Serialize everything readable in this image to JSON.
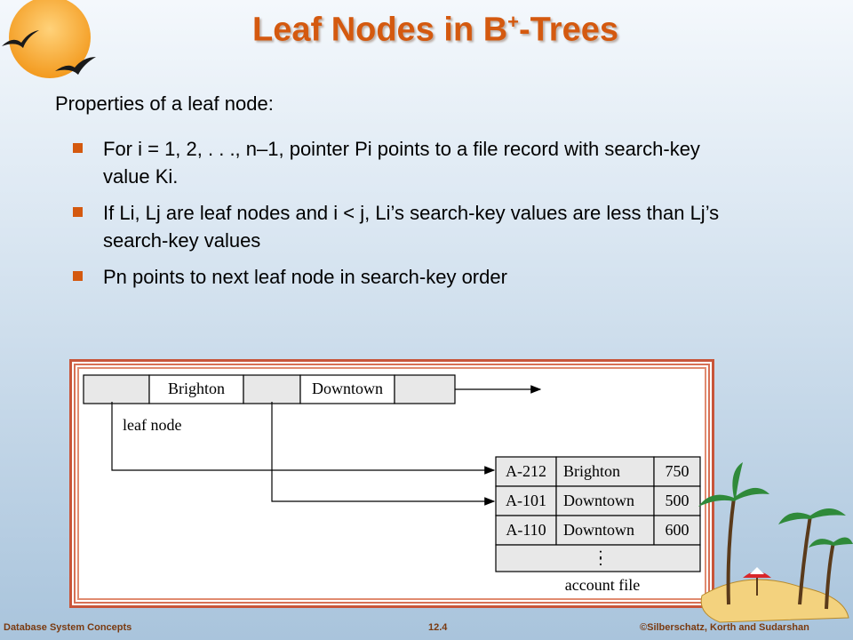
{
  "title": {
    "main": "Leaf Nodes in B",
    "sup": "+",
    "suffix": "-Trees"
  },
  "lead": "Properties of a leaf node:",
  "bullets": [
    {
      "text": "For i = 1, 2, . . ., n–1, pointer Pi points to a file record with search-key value Ki."
    },
    {
      "text": "If Li, Lj are leaf nodes and i < j, Li’s search-key values are less than Lj’s search-key values"
    },
    {
      "text": "Pn points to next leaf node in search-key order"
    }
  ],
  "diagram": {
    "leaf_keys": [
      "Brighton",
      "Downtown"
    ],
    "leaf_label": "leaf node",
    "records": [
      {
        "account": "A-212",
        "branch": "Brighton",
        "balance": "750"
      },
      {
        "account": "A-101",
        "branch": "Downtown",
        "balance": "500"
      },
      {
        "account": "A-110",
        "branch": "Downtown",
        "balance": "600"
      }
    ],
    "ellipsis": ":",
    "file_label": "account file"
  },
  "footer": {
    "left": "Database System Concepts",
    "center": "12.4",
    "right": "©Silberschatz, Korth and Sudarshan"
  },
  "colors": {
    "title": "#d4590f",
    "bullet": "#d4590f",
    "frame": "#c8553a",
    "sun": "#f5a623"
  }
}
